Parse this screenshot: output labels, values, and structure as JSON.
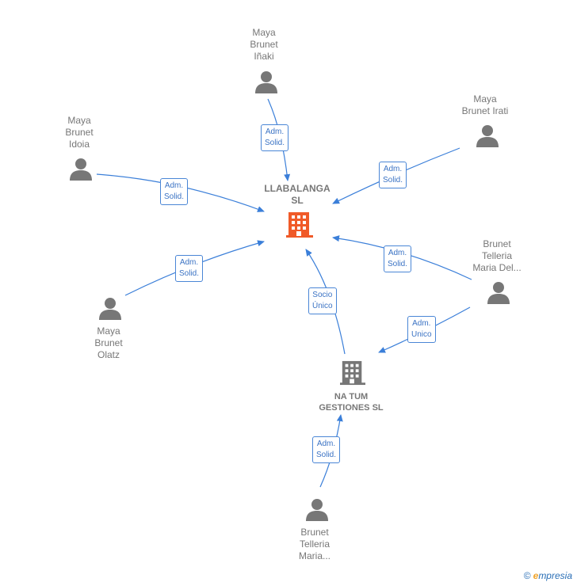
{
  "colors": {
    "edge": "#3b7fd9",
    "person": "#777777",
    "main_company": "#f05a28",
    "company": "#777777"
  },
  "nodes": {
    "main": {
      "line1": "LLABALANGA",
      "line2": "SL"
    },
    "na_tum": {
      "line1": "NA TUM",
      "line2": "GESTIONES SL"
    },
    "inaki": {
      "l1": "Maya",
      "l2": "Brunet",
      "l3": "Iñaki"
    },
    "irati": {
      "l1": "Maya",
      "l2": "Brunet Irati"
    },
    "idoia": {
      "l1": "Maya",
      "l2": "Brunet",
      "l3": "Idoia"
    },
    "olatz": {
      "l1": "Maya",
      "l2": "Brunet",
      "l3": "Olatz"
    },
    "maria_del": {
      "l1": "Brunet",
      "l2": "Telleria",
      "l3": "Maria Del..."
    },
    "maria": {
      "l1": "Brunet",
      "l2": "Telleria",
      "l3": "Maria..."
    }
  },
  "relations": {
    "inaki": {
      "l1": "Adm.",
      "l2": "Solid."
    },
    "irati": {
      "l1": "Adm.",
      "l2": "Solid."
    },
    "idoia": {
      "l1": "Adm.",
      "l2": "Solid."
    },
    "olatz": {
      "l1": "Adm.",
      "l2": "Solid."
    },
    "maria_del_main": {
      "l1": "Adm.",
      "l2": "Solid."
    },
    "maria_del_natum": {
      "l1": "Adm.",
      "l2": "Unico"
    },
    "natum_main": {
      "l1": "Socio",
      "l2": "Único"
    },
    "maria_natum": {
      "l1": "Adm.",
      "l2": "Solid."
    }
  },
  "footer": {
    "copyright": "©",
    "brand_first": "e",
    "brand_rest": "mpresia"
  }
}
